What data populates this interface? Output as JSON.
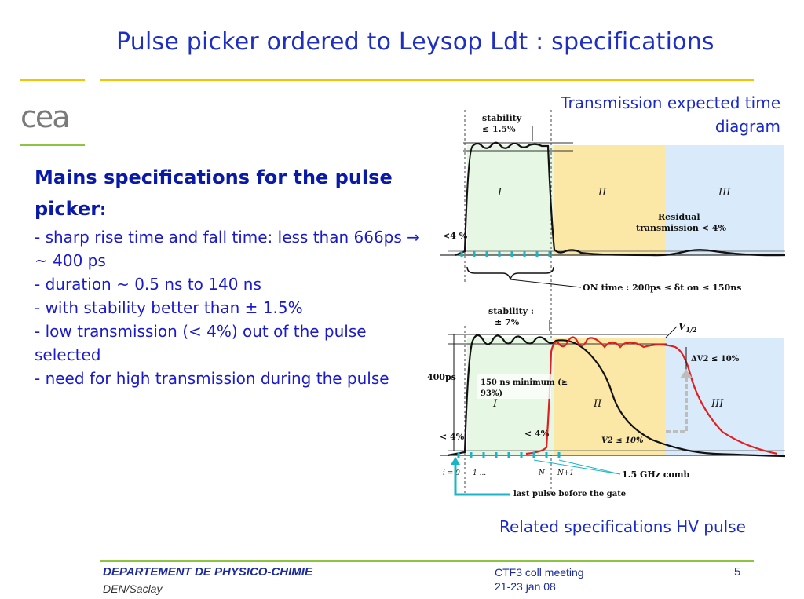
{
  "title": "Pulse picker ordered to Leysop Ldt : specifications",
  "logo_text": "cea",
  "specs": {
    "heading": "Mains specifications for the pulse picker",
    "heading_colon": ":",
    "lines": [
      "- sharp rise time and fall time: less than 666ps → ~ 400 ps",
      "- duration ~ 0.5 ns to 140 ns",
      "- with stability better than ± 1.5%",
      "- low transmission (< 4%) out of the pulse selected",
      "- need for high transmission during the pulse"
    ]
  },
  "diagram_caption": "Transmission expected time diagram",
  "hv_caption": "Related specifications HV pulse",
  "diagram": {
    "top": {
      "stability": [
        "stability",
        "≤ 1.5%"
      ],
      "zones": [
        "I",
        "II",
        "III"
      ],
      "residual": [
        "Residual",
        "transmission < 4%"
      ],
      "low_level": "<4 %",
      "on_time": "ON time : 200ps ≤ δt on ≤ 150ns"
    },
    "bottom": {
      "stability": [
        "stability :",
        "± 7%"
      ],
      "v_label": "V",
      "v_sub": "1/2",
      "delta_v": "ΔV2 ≤ 10%",
      "rise": "400ps",
      "min_pulse": [
        "150 ns minimum (≥",
        "93%)"
      ],
      "zones": [
        "I",
        "II",
        "III"
      ],
      "low_left": "< 4%",
      "low_mid": "< 4%",
      "v2": "V2 ≤ 10%",
      "comb": "1.5 GHz comb",
      "last_pulse": "last pulse before the gate",
      "index_labels": [
        "i = 0",
        "1 ...",
        "N",
        "N+1"
      ]
    },
    "colors": {
      "zone1": "#e6f7e4",
      "zone2": "#fbe7a6",
      "zone3": "#d9ebfb",
      "comb": "#19b5c6",
      "red": "#e02020"
    }
  },
  "footer": {
    "dept": "DEPARTEMENT DE PHYSICO-CHIMIE",
    "sub": "DEN/Saclay",
    "meeting": [
      "CTF3 coll meeting",
      "21-23 jan 08"
    ],
    "page": "5"
  }
}
